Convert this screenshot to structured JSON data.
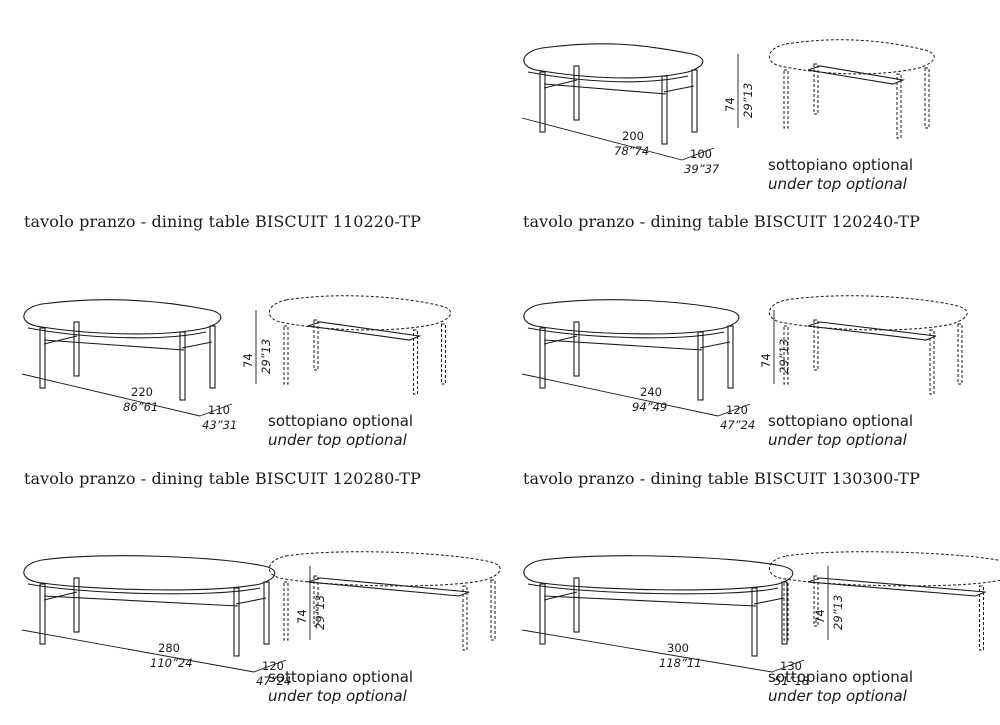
{
  "titles": {
    "t110220": "tavolo pranzo - dining table BISCUIT 110220-TP",
    "t120240": "tavolo pranzo - dining table BISCUIT 120240-TP",
    "t120280": "tavolo pranzo - dining table BISCUIT 120280-TP",
    "t130300": "tavolo pranzo - dining table BISCUIT 130300-TP"
  },
  "option_label": "sottopiano optional",
  "option_label_en": "under top optional",
  "tables": [
    {
      "id": "t100200",
      "length_cm": "200",
      "length_in": "78”74",
      "depth_cm": "100",
      "depth_in": "39”37",
      "height_cm": "74",
      "height_in": "29”13"
    },
    {
      "id": "t110220",
      "length_cm": "220",
      "length_in": "86”61",
      "depth_cm": "110",
      "depth_in": "43”31",
      "height_cm": "74",
      "height_in": "29”13"
    },
    {
      "id": "t120240",
      "length_cm": "240",
      "length_in": "94”49",
      "depth_cm": "120",
      "depth_in": "47”24",
      "height_cm": "74",
      "height_in": "29”13"
    },
    {
      "id": "t120280",
      "length_cm": "280",
      "length_in": "110”24",
      "depth_cm": "120",
      "depth_in": "47”24",
      "height_cm": "74",
      "height_in": "29”13"
    },
    {
      "id": "t130300",
      "length_cm": "300",
      "length_in": "118”11",
      "depth_cm": "130",
      "depth_in": "51”18",
      "height_cm": "74",
      "height_in": "29”13"
    }
  ],
  "colors": {
    "ink": "#1a1a1a"
  }
}
